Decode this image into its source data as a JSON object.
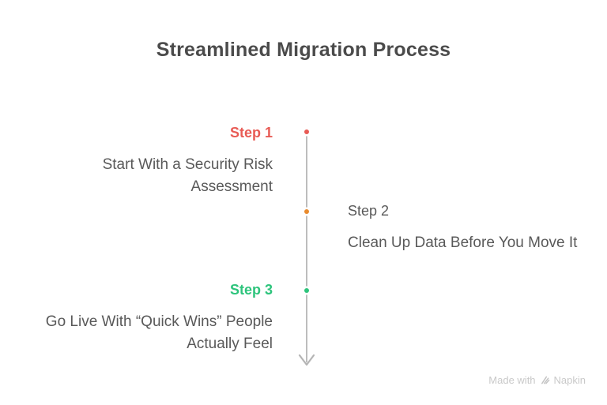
{
  "diagram": {
    "title": "Streamlined Migration Process",
    "steps": [
      {
        "label": "Step 1",
        "description": "Start With a Security Risk Assessment",
        "side": "left",
        "label_color": "#e85b55",
        "dot_color": "#e85b55"
      },
      {
        "label": "Step 2",
        "description": "Clean Up Data Before You Move It",
        "side": "right",
        "label_color": "#595959",
        "dot_color": "#e98b2e"
      },
      {
        "label": "Step 3",
        "description": "Go Live With “Quick Wins” People Actually Feel",
        "side": "left",
        "label_color": "#2ec47c",
        "dot_color": "#2ec47c"
      }
    ],
    "timeline": {
      "line_color": "#bdbdbd",
      "arrow_color": "#b5b5b5",
      "arrow_direction": "down"
    },
    "watermark": {
      "prefix": "Made with",
      "brand": "Napkin",
      "color": "#c9c9c9"
    },
    "colors": {
      "background": "#ffffff",
      "title_text": "#4b4b4b",
      "body_text": "#595959"
    }
  }
}
